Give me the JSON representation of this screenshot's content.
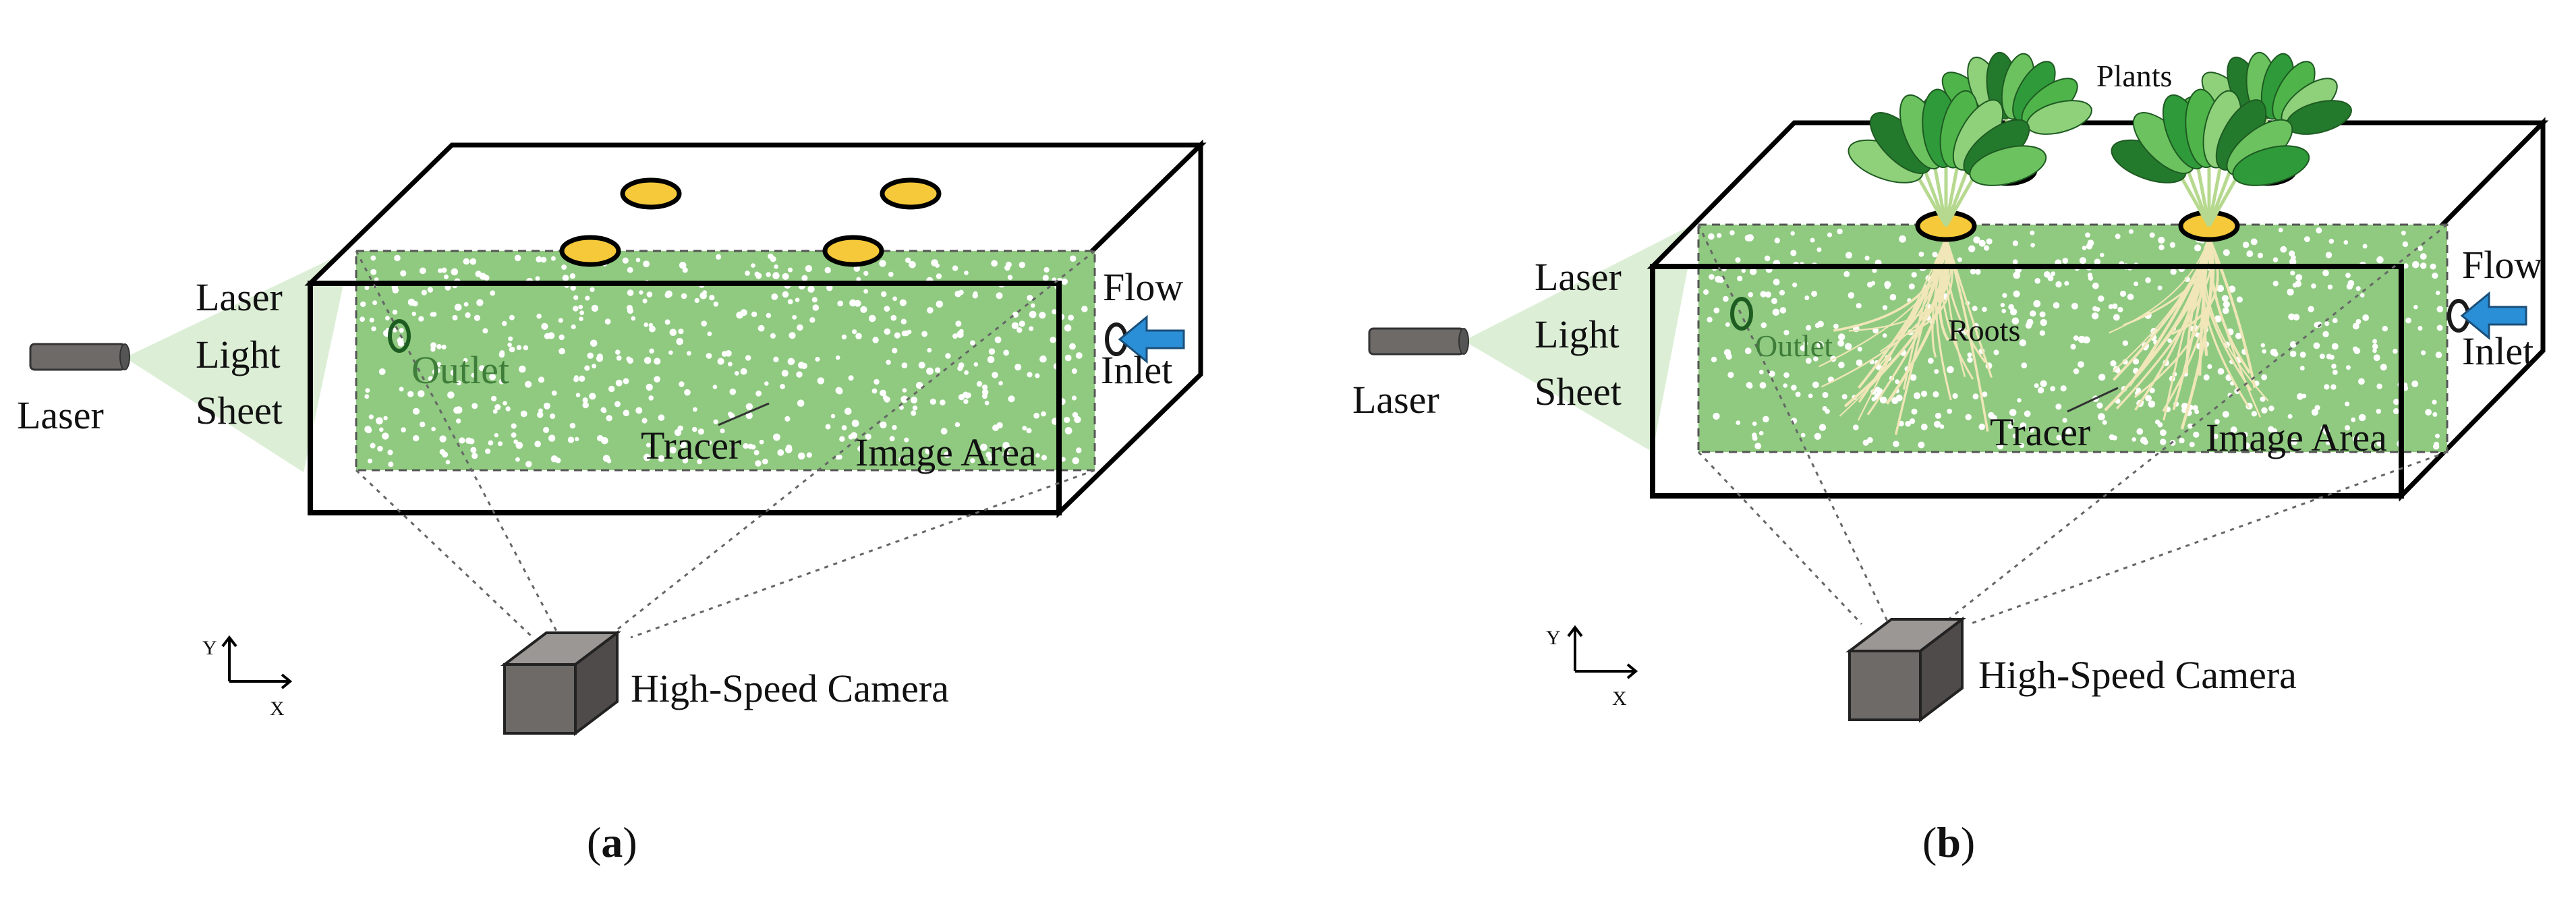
{
  "colors": {
    "tank_fill": "#8fca80",
    "light_sheet": "#dcefd6",
    "hole": "#f5c93a",
    "arrow": "#2a8fd6",
    "camera": "#6e6a68",
    "leaf_dark": "#2f9a3a",
    "leaf_light": "#8fd07a",
    "root": "#f0e6b8"
  },
  "panel_a": {
    "laser": "Laser",
    "sheet_line1": "Laser",
    "sheet_line2": "Light",
    "sheet_line3": "Sheet",
    "outlet": "Outlet",
    "flow": "Flow",
    "inlet": "Inlet",
    "tracer": "Tracer",
    "image_area": "Image Area",
    "camera": "High-Speed Camera",
    "axis_y": "Y",
    "axis_x": "X",
    "caption_open": "(",
    "caption_letter": "a",
    "caption_close": ")"
  },
  "panel_b": {
    "laser": "Laser",
    "sheet_line1": "Laser",
    "sheet_line2": "Light",
    "sheet_line3": "Sheet",
    "outlet": "Outlet",
    "flow": "Flow",
    "inlet": "Inlet",
    "tracer": "Tracer",
    "image_area": "Image Area",
    "roots": "Roots",
    "plants": "Plants",
    "camera": "High-Speed Camera",
    "axis_y": "Y",
    "axis_x": "X",
    "caption_open": "(",
    "caption_letter": "b",
    "caption_close": ")"
  }
}
